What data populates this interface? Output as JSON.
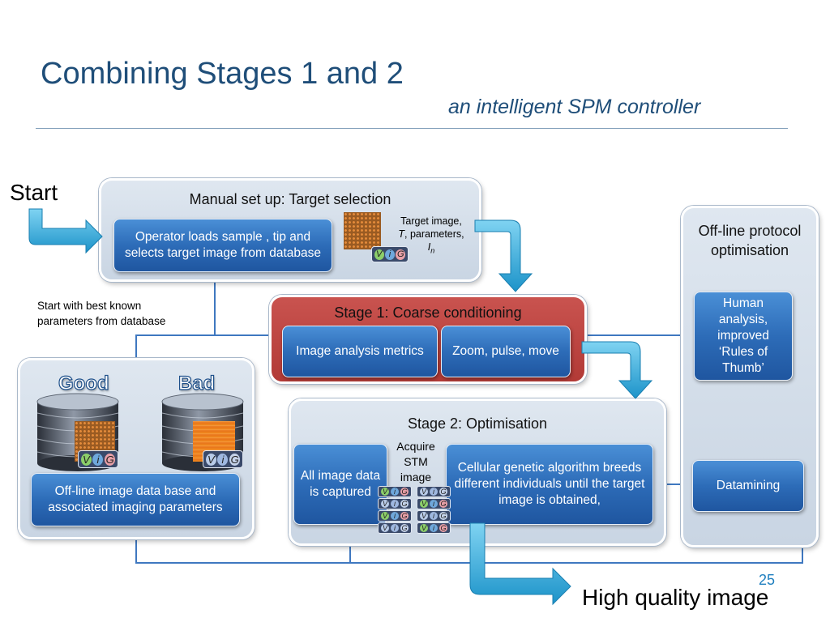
{
  "slide": {
    "title": "Combining Stages 1 and 2",
    "subtitle": "an intelligent SPM controller",
    "number": "25"
  },
  "start_label": "Start",
  "start_note": "Start with best known parameters from database",
  "end_label": "High quality image",
  "manual": {
    "title": "Manual set up: Target selection",
    "button": "Operator loads sample , tip and selects target image from database",
    "target_note_line1": "Target image,",
    "target_note_t": "T",
    "target_note_line2": ", parameters,",
    "target_note_i": "I",
    "target_note_sub": "n"
  },
  "stage1": {
    "title": "Stage 1: Coarse conditioning",
    "metrics_button": "Image analysis metrics",
    "zoom_button": "Zoom, pulse, move"
  },
  "stage2": {
    "title": "Stage 2: Optimisation",
    "captured_button": "All image data is captured",
    "acquire_note": "Acquire STM image",
    "genetic_button": "Cellular genetic algorithm breeds different individuals until the target image is obtained,"
  },
  "offline_db": {
    "good_label": "Good",
    "bad_label": "Bad",
    "button": "Off-line image data base and associated imaging parameters"
  },
  "offline_protocol": {
    "title": "Off-line protocol optimisation",
    "human_button": "Human analysis, improved ‘Rules of Thumb’",
    "datamining_button": "Datamining"
  },
  "vig_badge": {
    "v": "V",
    "i": "i",
    "g": "G"
  },
  "colors": {
    "title": "#1f4e79",
    "button_blue": "#2d6cb8",
    "stage1_red": "#b23a36",
    "connector": "#3f78c0",
    "arrow_cyan": "#35aee0"
  },
  "icons": [
    "start-arrow-icon",
    "down-arrow-icon",
    "end-arrow-icon",
    "database-disk-icon",
    "vig-badge-icon",
    "stm-image-thumbnail"
  ]
}
